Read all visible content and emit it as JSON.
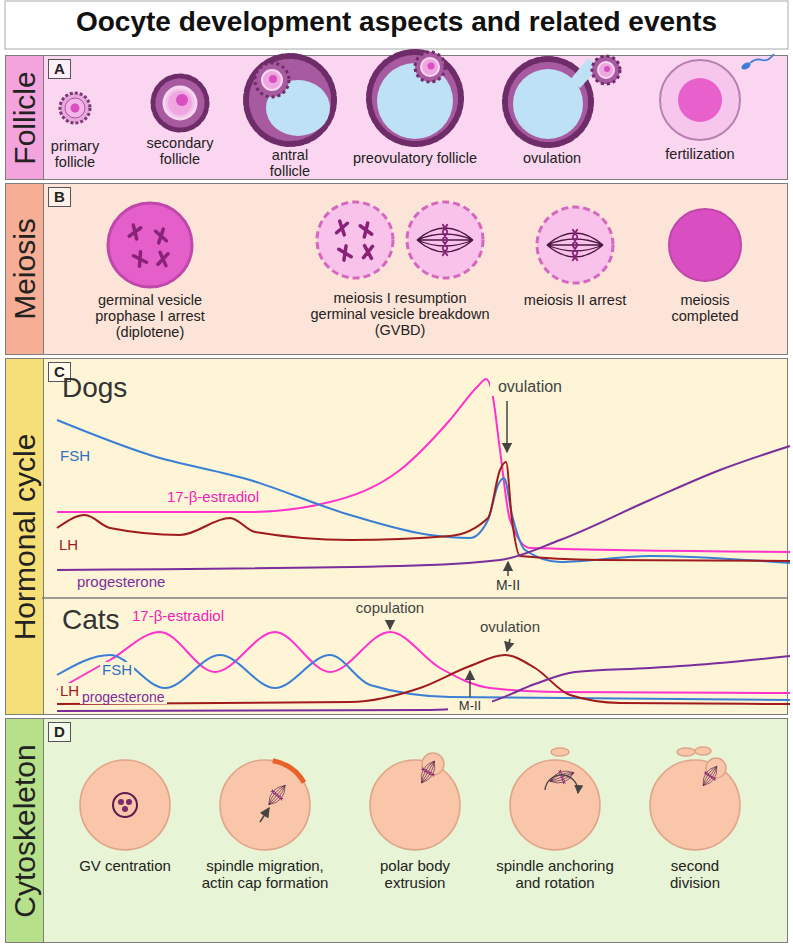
{
  "diagram": {
    "title": "Oocyte development aspects and related events",
    "nodes": [
      {
        "text": [
          "Follicle"
        ]
      },
      {
        "text": [
          "A"
        ],
        "in": 0
      },
      {
        "text": [
          "Meiosis"
        ]
      },
      {
        "text": [
          "B"
        ],
        "in": 2
      },
      {
        "text": [
          "Hormonal cycle"
        ]
      },
      {
        "text": [
          "C"
        ],
        "in": 4
      },
      {
        "text": [
          "Cytoskeleton"
        ]
      },
      {
        "text": [
          "D"
        ],
        "in": 6
      }
    ],
    "labels": [
      "primary follicle",
      "secondary follicle",
      "antral follicle",
      "preovulatory follicle",
      "ovulation",
      "fertilization",
      "germinal vesicle prophase I arrest (diplotene)",
      "meiosis I resumption germinal vesicle breakdown (GVBD)",
      "meiosis II arrest",
      "meiosis completed",
      "Dogs",
      "ovulation",
      "FSH",
      "17-β-estradiol",
      "LH",
      "progesterone",
      "M-II",
      "Cats",
      "copulation",
      "ovulation",
      "17-β-estradiol",
      "FSH",
      "LH",
      "progesterone",
      "M-II",
      "GV centration",
      "spindle migration, actin cap formation",
      "polar body extrusion",
      "spindle anchoring and rotation",
      "second division"
    ]
  }
}
